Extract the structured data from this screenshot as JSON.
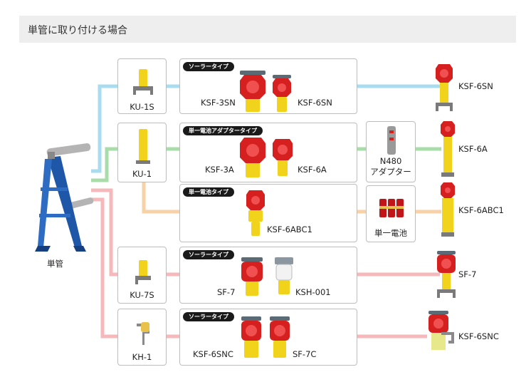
{
  "header": {
    "title": "単管に取り付ける場合"
  },
  "pipe_label": "単管",
  "rows": [
    {
      "bracket": "KU-1S",
      "tag": "ソーラータイプ",
      "products": [
        "KSF-3SN",
        "KSF-6SN"
      ],
      "result": "KSF-6SN",
      "line_color": "#a9dcef"
    },
    {
      "bracket": "KU-1",
      "tag": "単一電池アダプタータイプ",
      "products": [
        "KSF-3A",
        "KSF-6A"
      ],
      "accessory": [
        "N480",
        "アダプター"
      ],
      "result": "KSF-6A",
      "line_color": "#a8dca8"
    },
    {
      "tag": "単一電池タイプ",
      "products": [
        "KSF-6ABC1"
      ],
      "accessory": [
        "単一電池"
      ],
      "result": "KSF-6ABC1",
      "line_color": "#f8d2a6"
    },
    {
      "bracket": "KU-7S",
      "tag": "ソーラータイプ",
      "products": [
        "SF-7",
        "KSH-001"
      ],
      "result": "SF-7",
      "line_color": "#f6b9bb"
    },
    {
      "bracket": "KH-1",
      "tag": "ソーラータイプ",
      "products": [
        "KSF-6SNC",
        "SF-7C"
      ],
      "result": "KSF-6SNC",
      "line_color": "#f6b9bb"
    }
  ]
}
